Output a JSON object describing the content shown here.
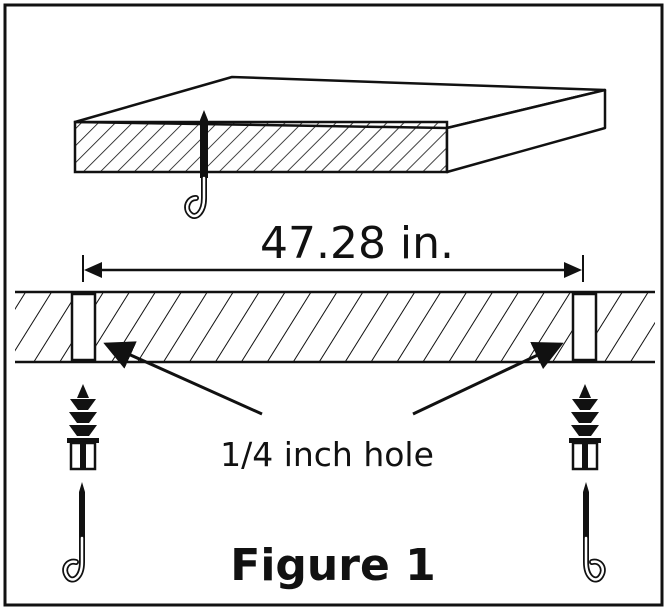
{
  "dimension_label": "47.28 in.",
  "hole_label": "1/4 inch hole",
  "caption": "Figure 1"
}
